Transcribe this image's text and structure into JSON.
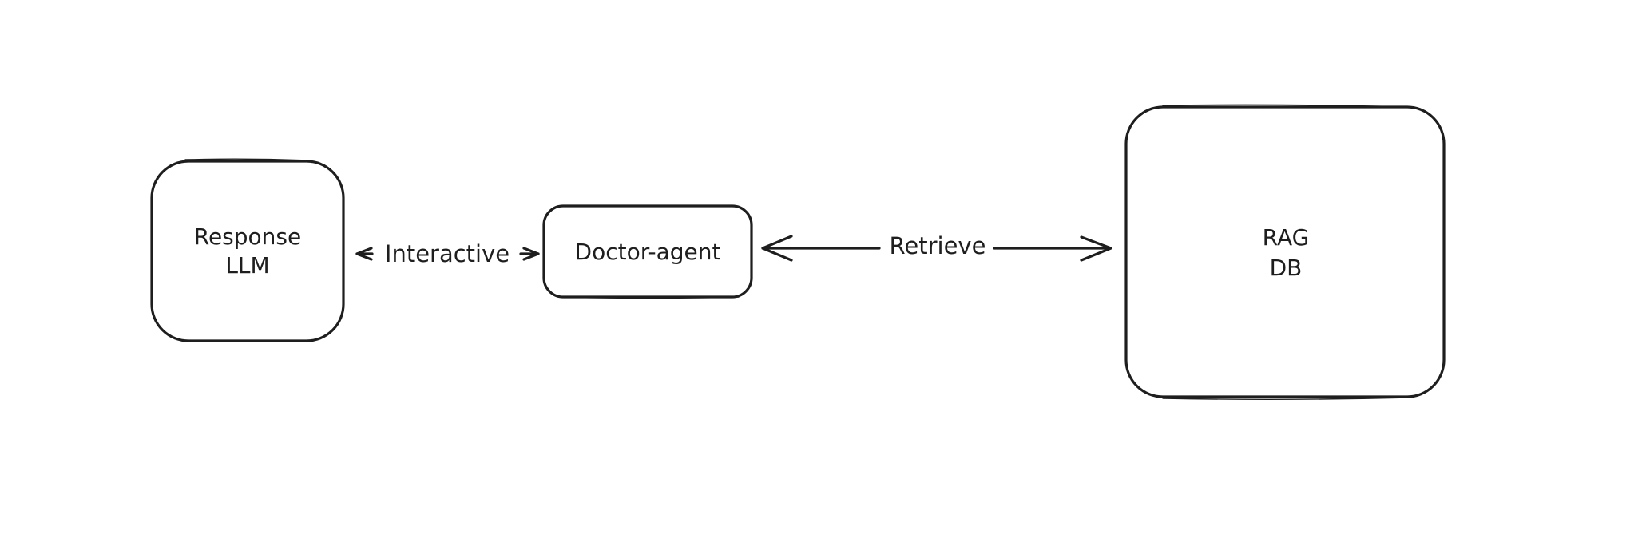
{
  "diagram": {
    "nodes": {
      "response_llm": {
        "line1": "Response",
        "line2": "LLM"
      },
      "doctor_agent": {
        "label": "Doctor-agent"
      },
      "rag_db": {
        "line1": "RAG",
        "line2": "DB"
      }
    },
    "edges": {
      "interactive": {
        "label": "Interactive",
        "from": "Response LLM",
        "to": "Doctor-agent",
        "bidirectional": true
      },
      "retrieve": {
        "label": "Retrieve",
        "from": "Doctor-agent",
        "to": "RAG DB",
        "bidirectional": true
      }
    },
    "colors": {
      "stroke": "#1e1e1e",
      "background": "#ffffff"
    }
  }
}
